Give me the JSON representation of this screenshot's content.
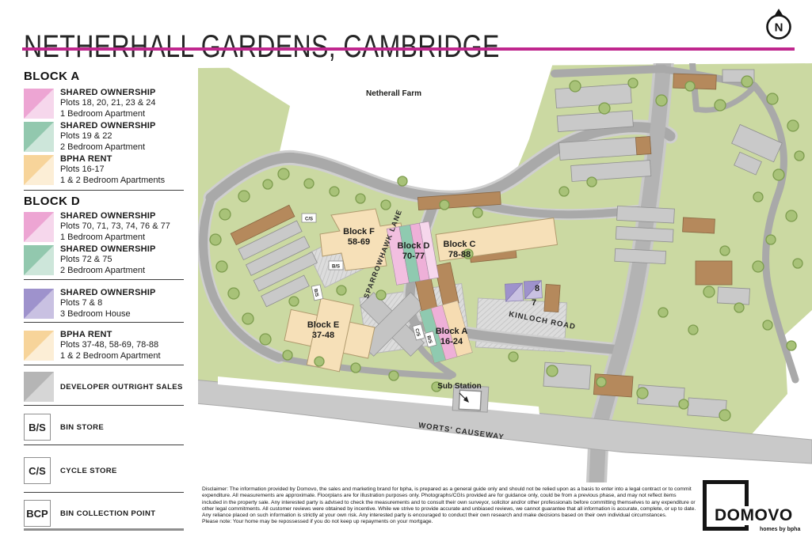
{
  "header": {
    "title": "NETHERHALL GARDENS, CAMBRIDGE",
    "north_label": "N",
    "accent_color": "#c0278e"
  },
  "legend": {
    "block_a_heading": "BLOCK A",
    "block_d_heading": "BLOCK D",
    "items": [
      {
        "swatch": "pink",
        "color_dark": "#eda5d3",
        "color_light": "#f6d7ec",
        "title": "SHARED OWNERSHIP",
        "line2": "Plots 18, 20, 21, 23 & 24",
        "line3": "1 Bedroom Apartment"
      },
      {
        "swatch": "green",
        "color_dark": "#92c8ae",
        "color_light": "#cde6da",
        "title": "SHARED OWNERSHIP",
        "line2": "Plots 19 & 22",
        "line3": "2 Bedroom Apartment"
      },
      {
        "swatch": "orange",
        "color_dark": "#f7d49a",
        "color_light": "#fceed6",
        "title": "BPHA RENT",
        "line2": "Plots 16-17",
        "line3": "1 & 2 Bedroom Apartments"
      },
      {
        "swatch": "pink",
        "color_dark": "#eda5d3",
        "color_light": "#f6d7ec",
        "title": "SHARED OWNERSHIP",
        "line2": "Plots 70, 71, 73, 74, 76 & 77",
        "line3": "1 Bedroom Apartment"
      },
      {
        "swatch": "green",
        "color_dark": "#92c8ae",
        "color_light": "#cde6da",
        "title": "SHARED OWNERSHIP",
        "line2": "Plots 72 & 75",
        "line3": "2 Bedroom Apartment"
      },
      {
        "swatch": "purple",
        "color_dark": "#9e92cc",
        "color_light": "#c9c1e2",
        "title": "SHARED OWNERSHIP",
        "line2": "Plots 7 & 8",
        "line3": "3 Bedroom House"
      },
      {
        "swatch": "orange",
        "color_dark": "#f7d49a",
        "color_light": "#fceed6",
        "title": "BPHA RENT",
        "line2": "Plots 37-48, 58-69, 78-88",
        "line3": "1 & 2 Bedroom Apartment"
      },
      {
        "swatch": "gray",
        "color_dark": "#b5b5b5",
        "color_light": "#d6d6d6",
        "title": "DEVELOPER OUTRIGHT SALES"
      },
      {
        "code": "B/S",
        "title": "BIN STORE"
      },
      {
        "code": "C/S",
        "title": "CYCLE STORE"
      },
      {
        "code": "BCP",
        "title": "BIN COLLECTION POINT"
      }
    ]
  },
  "map": {
    "labels": {
      "farm": "Netherall Farm",
      "block_f": "Block F",
      "block_f_plots": "58-69",
      "block_d": "Block D",
      "block_d_plots": "70-77",
      "block_c": "Block C",
      "block_c_plots": "78-88",
      "block_e": "Block E",
      "block_e_plots": "37-48",
      "block_a": "Block A",
      "block_a_plots": "16-24",
      "plot_8": "8",
      "plot_7": "7",
      "sparrowhawk": "SPARROWHAWK LANE",
      "kinloch": "KINLOCH ROAD",
      "worts": "WORTS' CAUSEWAY",
      "sub_station": "Sub Station",
      "cs": "C/S",
      "bs": "B/S"
    },
    "colors": {
      "site_green": "#cbd9a2",
      "road_gray": "#a9a9a9",
      "causeway_gray": "#c9c9c9",
      "tree_green": "#a8c278",
      "building_gray": "#c9c9c9",
      "building_brown": "#b5895c",
      "building_cream": "#f6e0b8",
      "shared_1bed_pink": "#eeb0d8",
      "shared_2bed_teal": "#8fcab0",
      "shared_3bed_purple": "#9e92cc",
      "bpha_rent_peach": "#f6d8a6"
    }
  },
  "disclaimer": {
    "text": "Disclaimer: The information provided by Domovo, the sales and marketing brand for bpha, is prepared as a general guide only and should not be relied upon as a basis to enter into a legal contract or to commit expenditure. All measurements are approximate. Floorplans are for illustration purposes only. Photographs/CGIs provided are for guidance only, could be from a previous phase, and may not reflect items included in the property sale. Any interested party is advised to check the measurements and to consult their own surveyor, solicitor and/or other professionals before committing themselves to any expenditure or other legal commitments. All customer reviews were obtained by incentive. While we strive to provide accurate and unbiased reviews, we cannot guarantee that all information is accurate, complete, or up to date. Any reliance placed on such information is strictly at your own risk. Any interested party is encouraged to conduct their own research and make decisions based on their own individual circumstances.",
    "note": "Please note: Your home may be repossessed if you do not keep up repayments on your mortgage."
  },
  "logo": {
    "name": "DOMOVO",
    "tagline": "homes by bpha"
  }
}
